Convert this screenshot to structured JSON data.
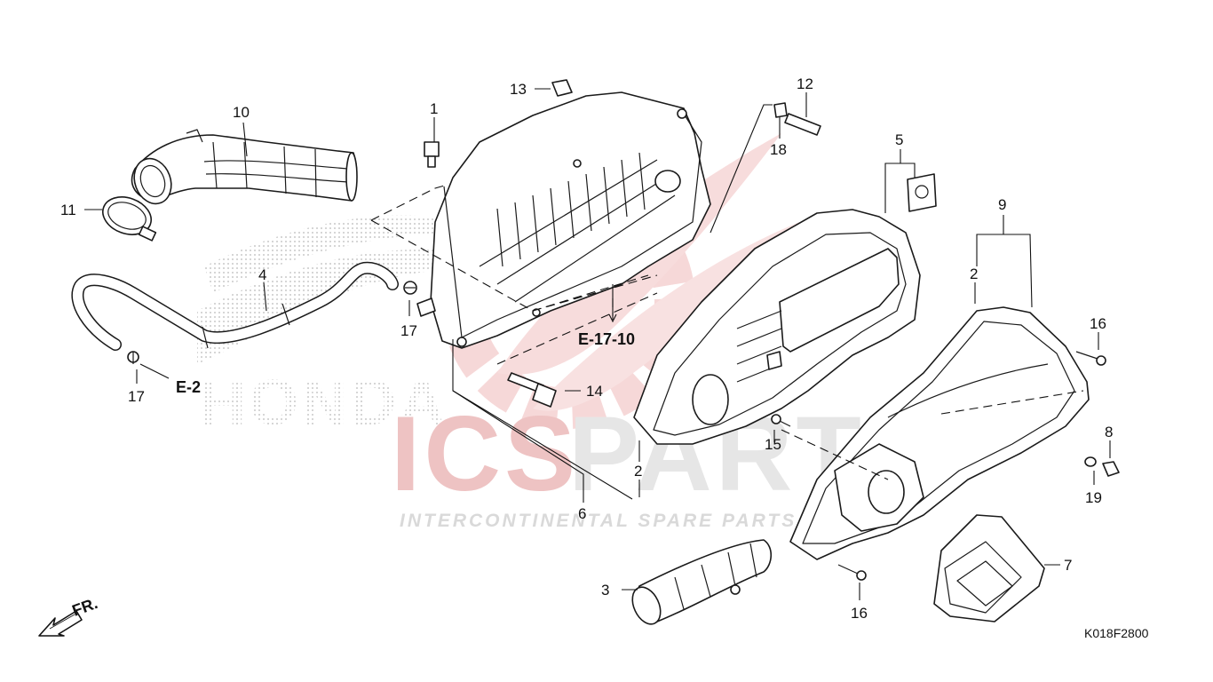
{
  "diagram": {
    "callouts": [
      {
        "id": "c1",
        "text": "1"
      },
      {
        "id": "c2a",
        "text": "2"
      },
      {
        "id": "c2b",
        "text": "2"
      },
      {
        "id": "c3",
        "text": "3"
      },
      {
        "id": "c4",
        "text": "4"
      },
      {
        "id": "c5",
        "text": "5"
      },
      {
        "id": "c6",
        "text": "6"
      },
      {
        "id": "c7",
        "text": "7"
      },
      {
        "id": "c8",
        "text": "8"
      },
      {
        "id": "c9",
        "text": "9"
      },
      {
        "id": "c10",
        "text": "10"
      },
      {
        "id": "c11",
        "text": "11"
      },
      {
        "id": "c12",
        "text": "12"
      },
      {
        "id": "c13",
        "text": "13"
      },
      {
        "id": "c14",
        "text": "14"
      },
      {
        "id": "c15",
        "text": "15"
      },
      {
        "id": "c16a",
        "text": "16"
      },
      {
        "id": "c16b",
        "text": "16"
      },
      {
        "id": "c17a",
        "text": "17"
      },
      {
        "id": "c17b",
        "text": "17"
      },
      {
        "id": "c18",
        "text": "18"
      },
      {
        "id": "c19",
        "text": "19"
      }
    ],
    "references": {
      "e17_10": "E-17-10",
      "e2": "E-2"
    },
    "front_marker": "FR.",
    "diagram_code": "K018F2800"
  },
  "watermark": {
    "brand_ics": "ICS",
    "brand_parts": "PARTS",
    "tagline": "INTERCONTINENTAL SPARE PARTS",
    "honda_text": "HONDA",
    "colors": {
      "red": "#e8a6a6",
      "grey": "#e3e3e3",
      "dot": "#bdbdbd"
    }
  }
}
